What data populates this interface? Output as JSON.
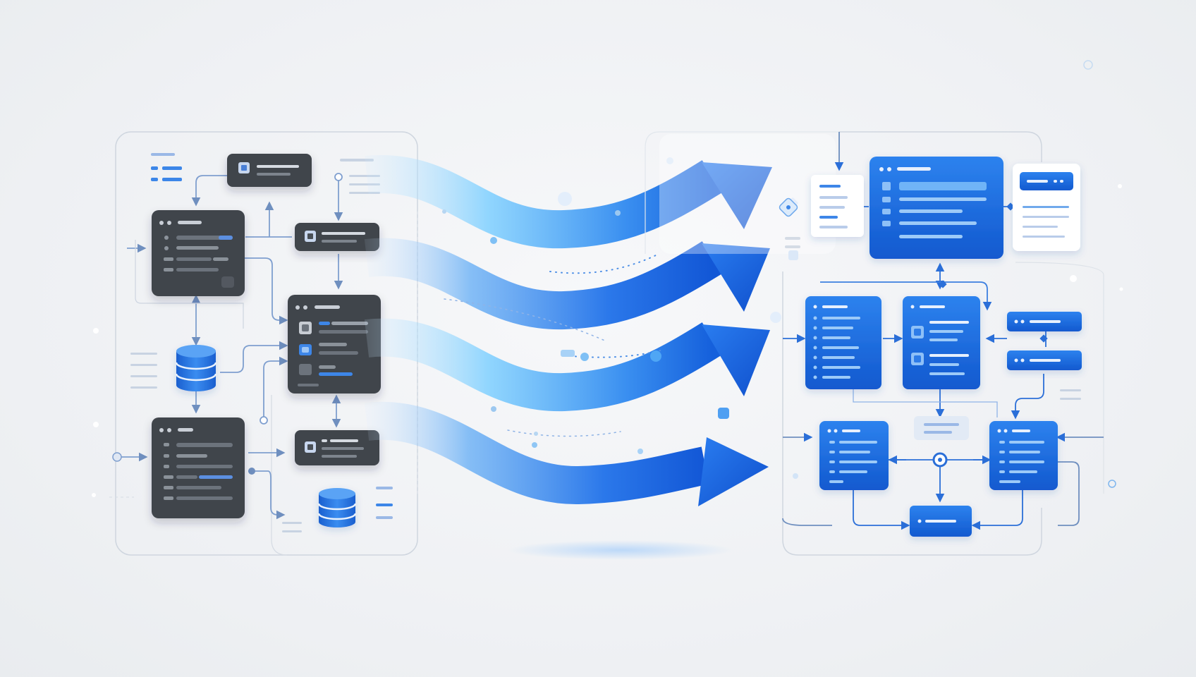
{
  "colors": {
    "background": "#eef0f3",
    "legacy_card": "#3f444c",
    "legacy_card_bar": "#5a6068",
    "accent_blue": "#1f6fe5",
    "modern_card_top": "#2d82ee",
    "modern_card_bottom": "#1259cf",
    "arrow_light": "#7fd0ff",
    "arrow_dark": "#1560dc",
    "connector": "#7f9fcf",
    "panel_border": "#cfd6df"
  },
  "icons": {
    "legacy_nodes": "dark-window-card-icon",
    "databases": "database-cylinder-icon",
    "migration_arrows": "curved-flow-arrow-icon",
    "modern_nodes": "blue-window-card-icon",
    "decision": "diamond-node-icon",
    "junction": "circle-junction-icon"
  },
  "legacy_panel": {
    "card_count": 6,
    "database_count": 2
  },
  "migration": {
    "arrow_count": 4
  },
  "modern_panel": {
    "card_count": 11
  }
}
